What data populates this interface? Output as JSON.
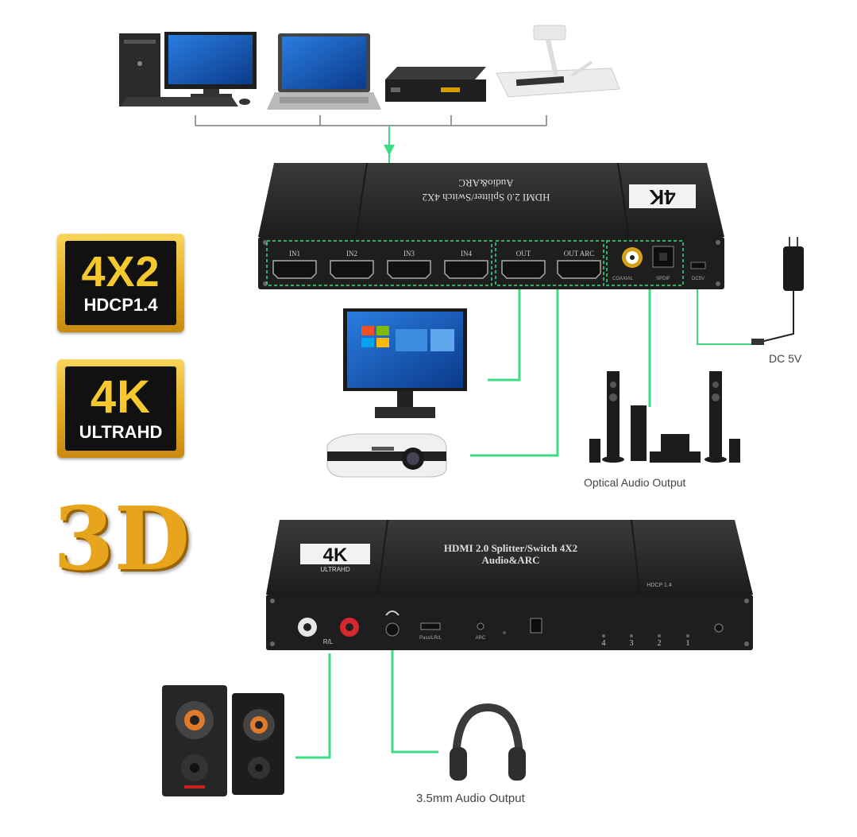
{
  "badges": {
    "b4x2": {
      "main": "4X2",
      "sub": "HDCP1.4"
    },
    "b4k": {
      "main": "4K",
      "sub": "ULTRAHD"
    },
    "b3d": {
      "main": "3D"
    }
  },
  "device": {
    "logo_main": "4K",
    "logo_sub": "ULTRAHD",
    "title_line1": "HDMI 2.0 Splitter/Switch 4X2",
    "title_line2": "Audio&ARC",
    "hdcp": "HDCP 1.4",
    "in_ports": [
      "IN1",
      "IN2",
      "IN3",
      "IN4"
    ],
    "out_ports": [
      "OUT",
      "OUT ARC"
    ],
    "optical_label": "SPDIF",
    "coaxial_label": "COAXIAL",
    "dc_label": "DC5V",
    "rl_label": "R/L",
    "arc_label": "ARC",
    "pass_label": "Pass/LR/L",
    "leds": [
      "4",
      "3",
      "2",
      "1"
    ]
  },
  "captions": {
    "dc": "DC 5V",
    "optical": "Optical Audio Output",
    "headphone": "3.5mm Audio Output"
  },
  "colors": {
    "link": "#3ddc84",
    "device": "#232323",
    "gold": "#f5c92e"
  }
}
